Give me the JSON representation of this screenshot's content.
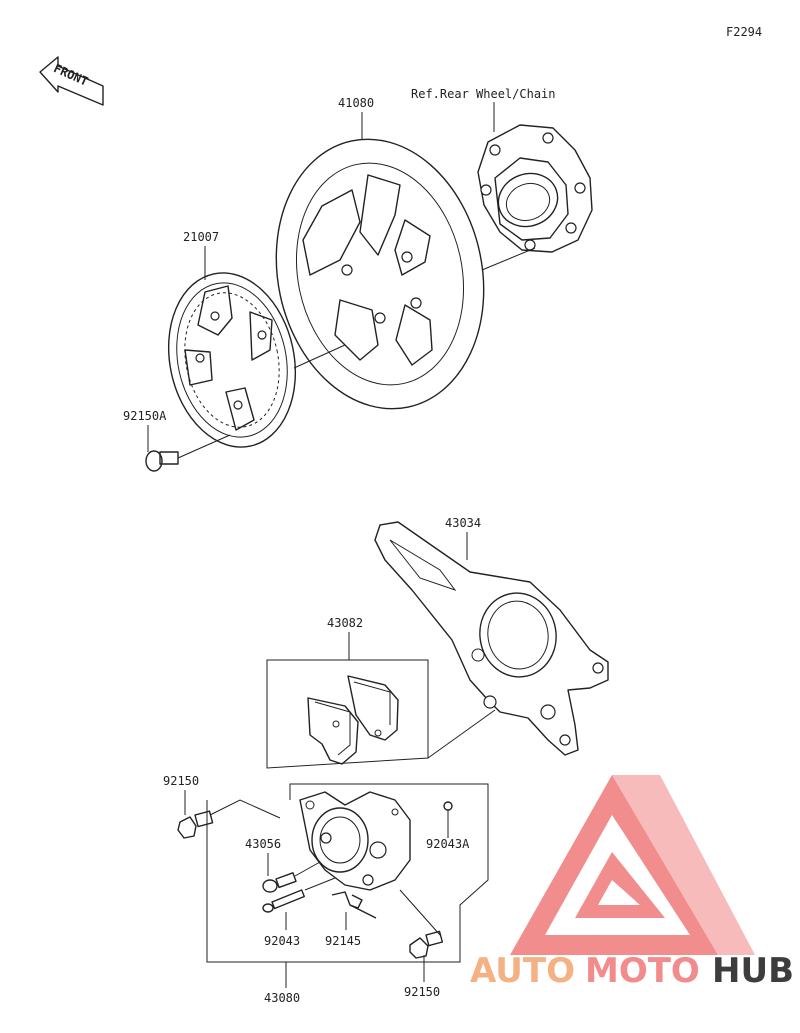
{
  "figure_code": "F2294",
  "direction_label": "FRONT",
  "reference_label": "Ref.Rear Wheel/Chain",
  "parts": {
    "brake_disc": "41080",
    "sensor_rotor": "21007",
    "rotor_bolt": "92150A",
    "caliper_bracket": "43034",
    "brake_pad_set": "43082",
    "caliper_mount_bolt_upper": "92150",
    "bleeder_valve": "43056",
    "bleeder_cap": "92043A",
    "pin": "92043",
    "pad_spring": "92145",
    "caliper_assembly": "43080",
    "caliper_mount_bolt_lower": "92150"
  },
  "watermark": {
    "parts": [
      "AUTO",
      "MOTO",
      "HUB"
    ],
    "colors": {
      "auto": "#f4b183",
      "moto": "#f28c8c",
      "hub": "#3d3d3d",
      "logo": "#f07a7a"
    }
  }
}
